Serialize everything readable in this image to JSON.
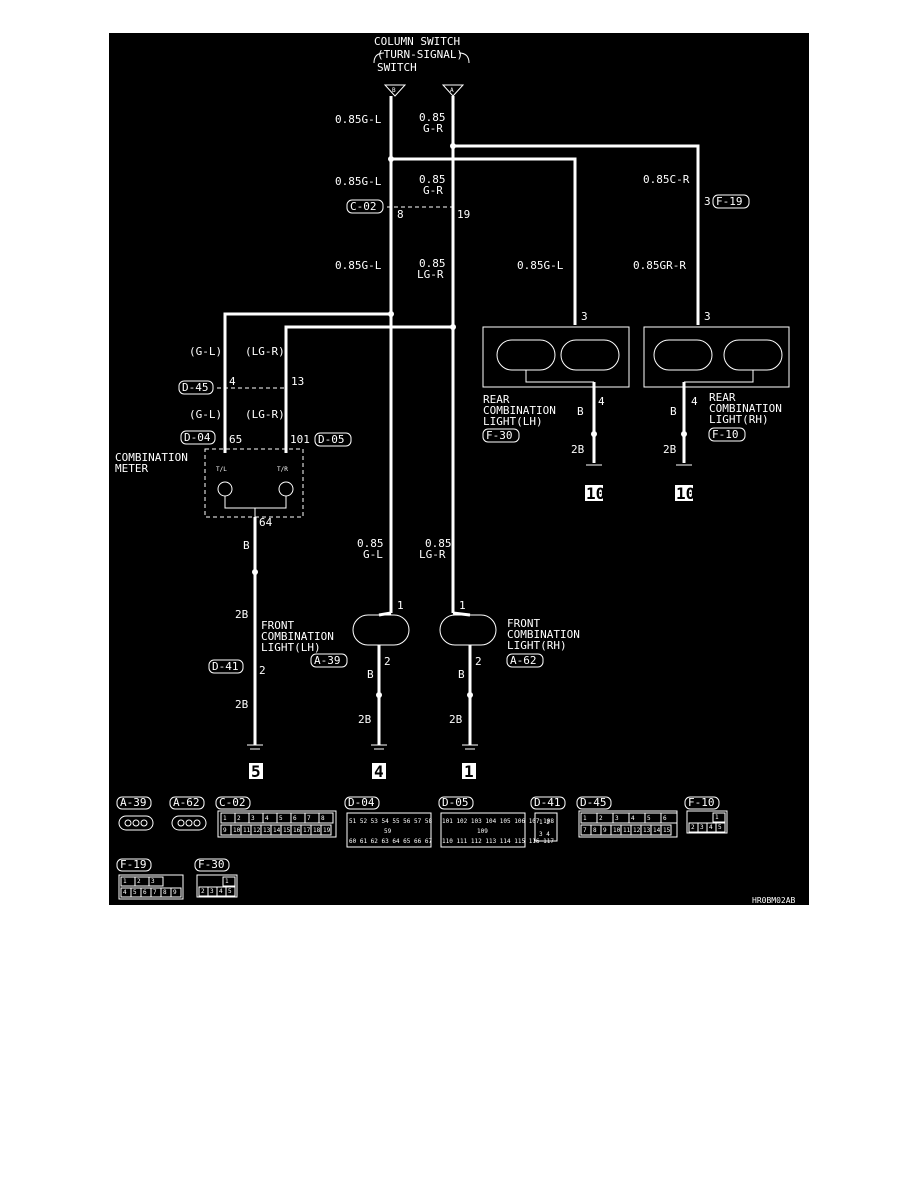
{
  "switch": {
    "title1": "COLUMN SWITCH",
    "title2": "(TURN-SIGNAL)",
    "title3": "SWITCH",
    "pinB": "B",
    "pinA": "A"
  },
  "wires": {
    "top_left": "0.85G-L",
    "top_right_1": "0.85",
    "top_right_2": "G-R",
    "mid_left": "0.85G-L",
    "mid_right_1": "0.85",
    "mid_right_2": "G-R",
    "low_left": "0.85G-L",
    "low_right_1": "0.85",
    "low_right_2": "LG-R",
    "rear_lh_wire": "0.85G-L",
    "rear_rh_wire": "0.85C-R",
    "rear_rh_wire2": "0.85GR-R",
    "gl": "(G-L)",
    "lgr": "(LG-R)",
    "gl2": "(G-L)",
    "lgr2": "(LG-R)",
    "b": "B",
    "b2": "2B",
    "front_lh_1": "0.85",
    "front_lh_2": "G-L",
    "front_rh_1": "0.85",
    "front_rh_2": "LG-R"
  },
  "connectors": {
    "c02": "C-02",
    "f19": "F-19",
    "d45": "D-45",
    "d04": "D-04",
    "d05": "D-05",
    "f30": "F-30",
    "f10": "F-10",
    "d41": "D-41",
    "a39": "A-39",
    "a62": "A-62"
  },
  "pins": {
    "p8": "8",
    "p19": "19",
    "p3": "3",
    "p4": "4",
    "p13": "13",
    "p65": "65",
    "p101": "101",
    "p64": "64",
    "p1": "1",
    "p2": "2"
  },
  "components": {
    "meter_1": "COMBINATION",
    "meter_2": "METER",
    "tl": "T/L",
    "tr": "T/R",
    "rear_lh_1": "REAR",
    "rear_lh_2": "COMBINATION",
    "rear_lh_3": "LIGHT(LH)",
    "rear_rh_1": "REAR",
    "rear_rh_2": "COMBINATION",
    "rear_rh_3": "LIGHT(RH)",
    "front_lh_1": "FRONT",
    "front_lh_2": "COMBINATION",
    "front_lh_3": "LIGHT(LH)",
    "front_rh_1": "FRONT",
    "front_rh_2": "COMBINATION",
    "front_rh_3": "LIGHT(RH)"
  },
  "grounds": {
    "g5": "5",
    "g4": "4",
    "g1": "1",
    "g10a": "10",
    "g10b": "10"
  },
  "legend": {
    "a39": "A-39",
    "a62": "A-62",
    "c02": "C-02",
    "d04": "D-04",
    "d05": "D-05",
    "d41": "D-41",
    "d45": "D-45",
    "f10": "F-10",
    "f19": "F-19",
    "f30": "F-30",
    "c02_row1": [
      "1",
      "2",
      "3",
      "4",
      "5",
      "6",
      "7",
      "8"
    ],
    "c02_row2": [
      "9",
      "10",
      "11",
      "12",
      "13",
      "14",
      "15",
      "16",
      "17",
      "18",
      "19"
    ],
    "d04_row1": "51 52 53 54 55 56 57 58",
    "d04_mid": "59",
    "d04_row2": "60 61 62 63 64 65 66 67",
    "d05_row1": "101 102 103 104 105 106 107 108",
    "d05_mid": "109",
    "d05_row2": "110 111 112 113 114 115 116 117",
    "d41_row1": "1 2",
    "d41_row2": "3 4",
    "d45_row1": [
      "1",
      "2",
      "3",
      "4",
      "5",
      "6"
    ],
    "d45_row2": [
      "7",
      "8",
      "9",
      "10",
      "11",
      "12",
      "13",
      "14",
      "15"
    ],
    "f10_row1": "1",
    "f10_row2": [
      "2",
      "3",
      "4",
      "5"
    ],
    "f19_row1": [
      "1",
      "2",
      "3"
    ],
    "f19_row2": [
      "4",
      "5",
      "6",
      "7",
      "8",
      "9"
    ],
    "f30_row1": "1",
    "f30_row2": [
      "2",
      "3",
      "4",
      "5"
    ]
  },
  "code": "HR0BM02AB"
}
